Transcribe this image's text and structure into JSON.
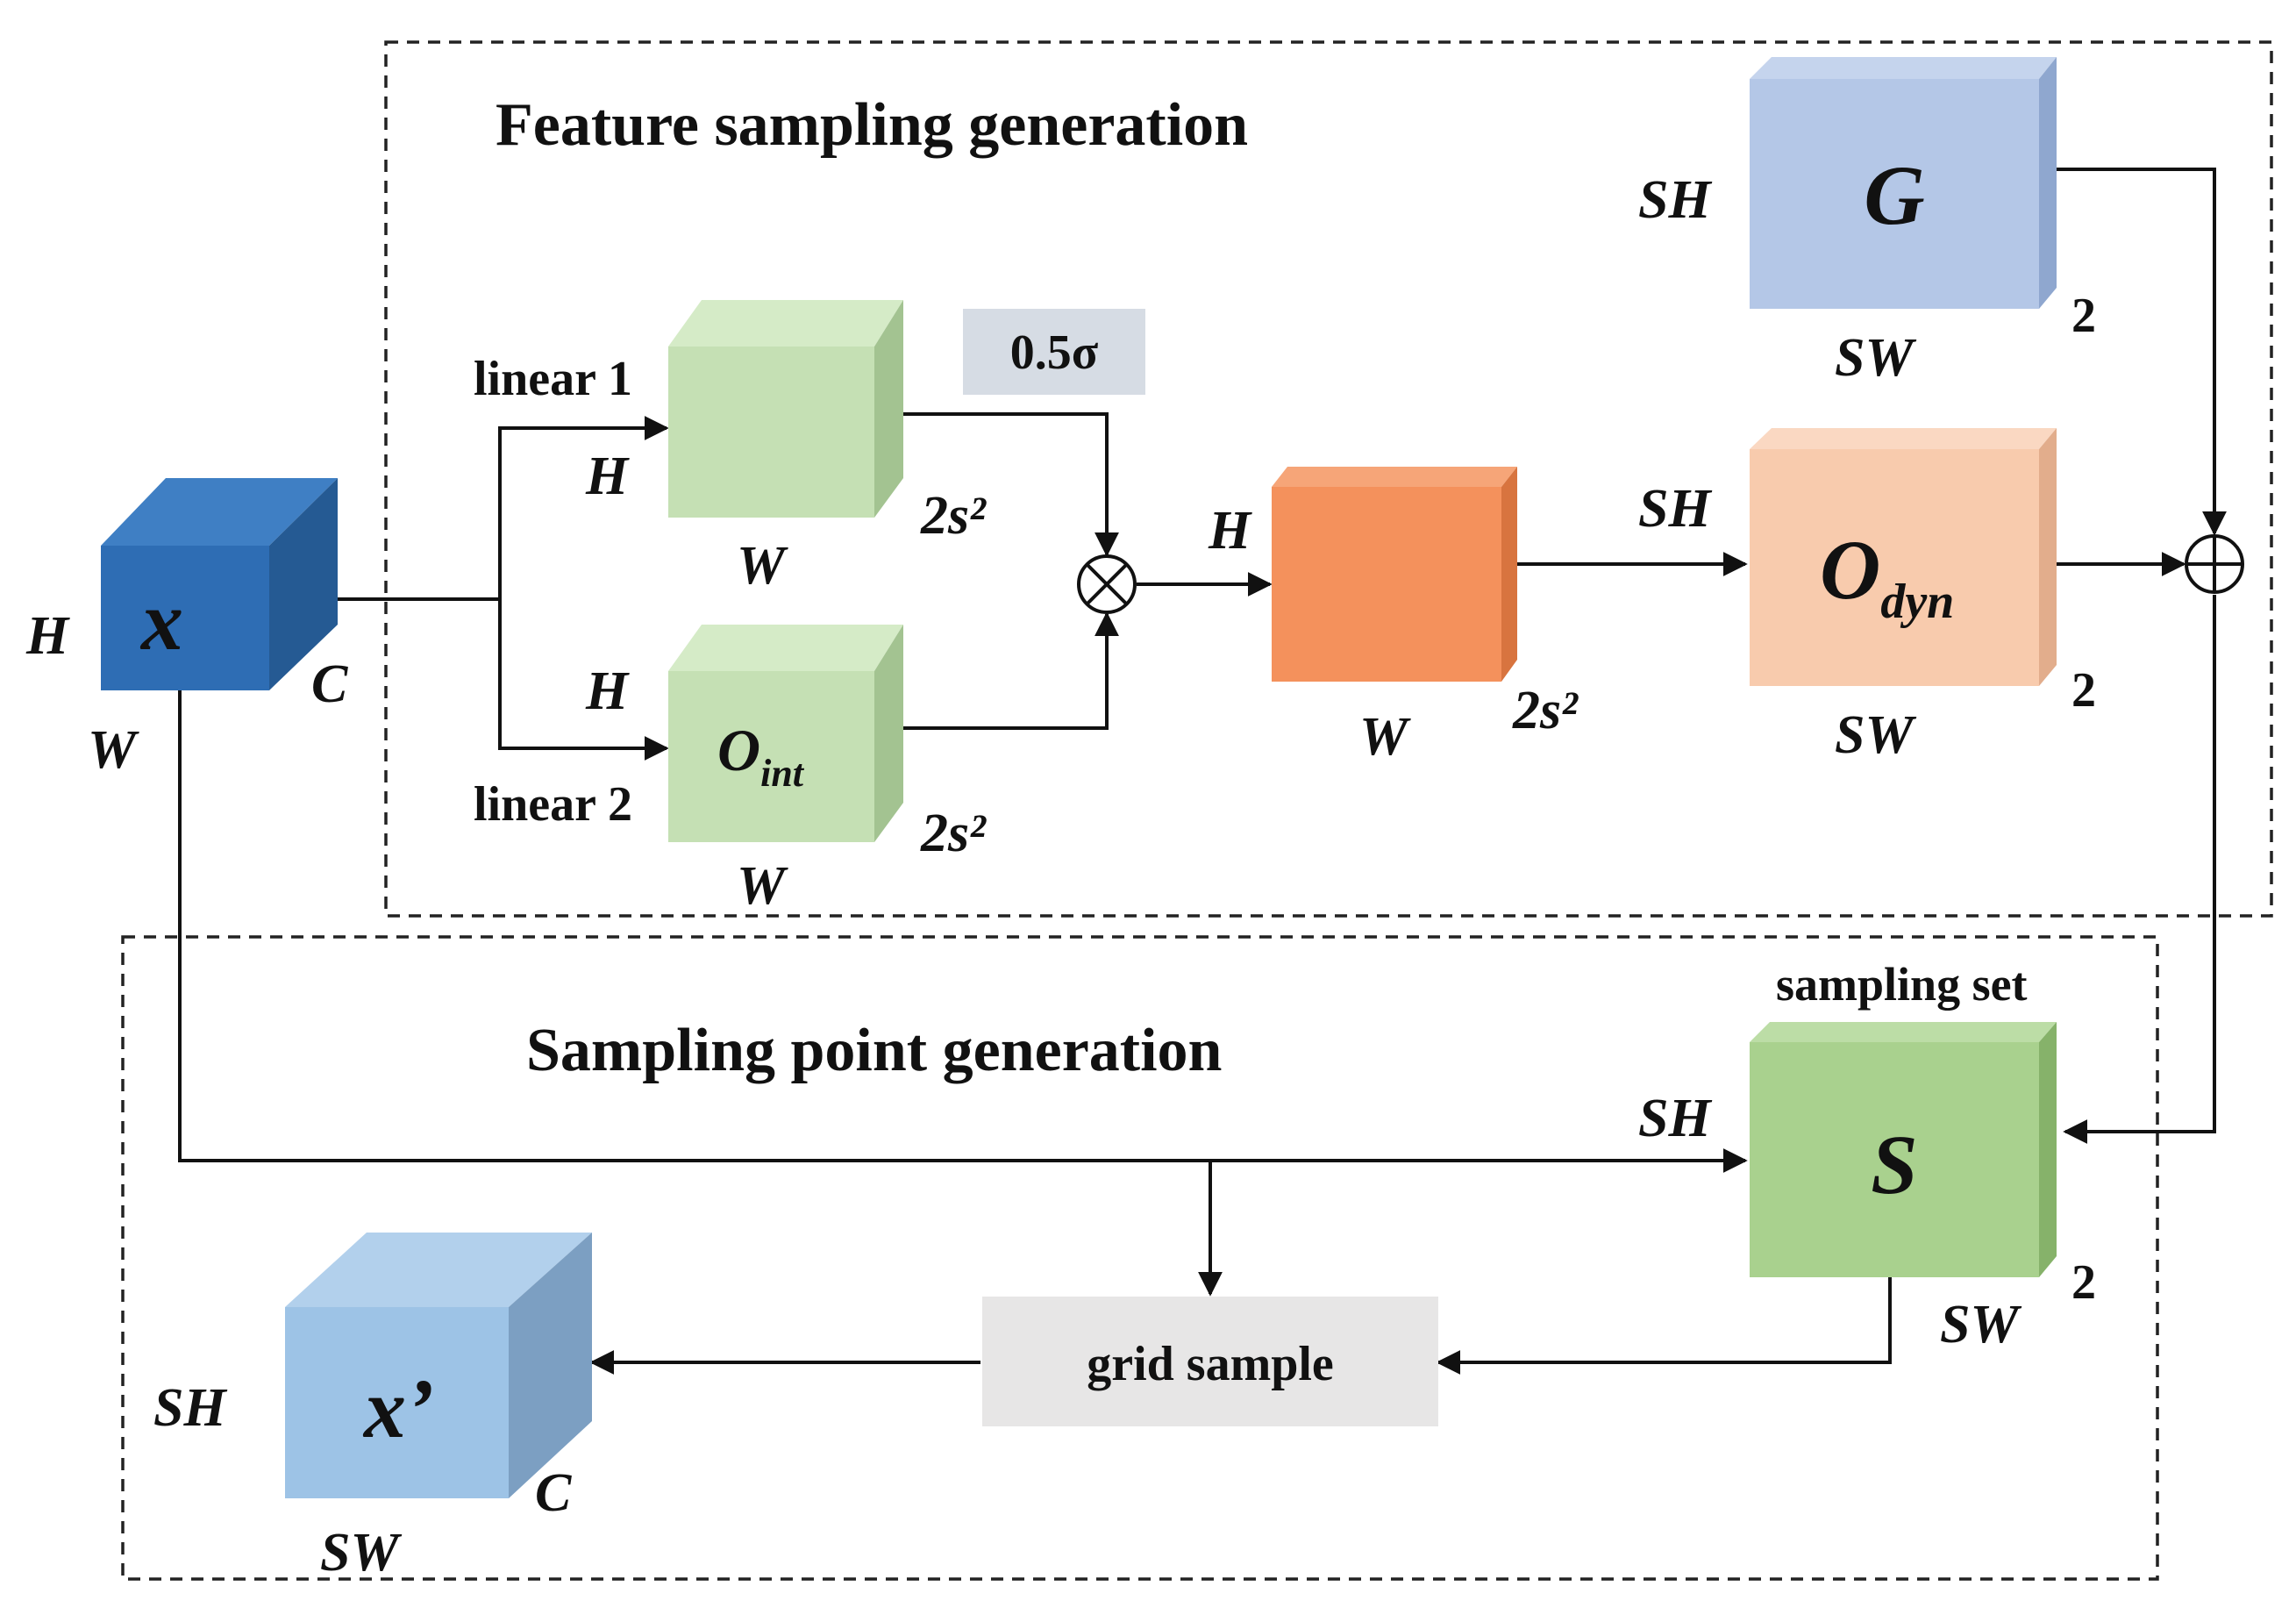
{
  "sections": {
    "feature_sampling_title": "Feature sampling generation",
    "sampling_point_title": "Sampling point generation"
  },
  "input_cube": {
    "label": "x",
    "h": "H",
    "w": "W",
    "c": "C",
    "color": "#2e6db4"
  },
  "linear1": {
    "label": "linear 1",
    "h": "H",
    "w": "W",
    "c": "2s²",
    "color": "#c5e0b4"
  },
  "linear2": {
    "label": "linear 2",
    "h": "H",
    "w": "W",
    "c": "2s²",
    "cube_label": "O",
    "cube_sub": "int",
    "color": "#c5e0b4"
  },
  "sigma_box": {
    "label": "0.5σ",
    "color": "#d6dce4"
  },
  "multiply_op": {
    "symbol": "⊗"
  },
  "orange_cube": {
    "h": "H",
    "w": "W",
    "c": "2s²",
    "color": "#f4915c"
  },
  "g_cube": {
    "label": "G",
    "h": "SH",
    "w": "SW",
    "c": "2",
    "color": "#b4c7e7"
  },
  "odyn_cube": {
    "label": "O",
    "sub": "dyn",
    "h": "SH",
    "w": "SW",
    "c": "2",
    "color": "#f8cbad"
  },
  "add_op": {
    "symbol": "⊕"
  },
  "s_cube": {
    "title": "sampling set",
    "label": "S",
    "h": "SH",
    "w": "SW",
    "c": "2",
    "color": "#a9d18e"
  },
  "grid_sample": {
    "label": "grid sample",
    "color": "#e7e6e6"
  },
  "output_cube": {
    "label": "x’",
    "h": "SH",
    "w": "SW",
    "c": "C",
    "color": "#9dc3e6"
  }
}
